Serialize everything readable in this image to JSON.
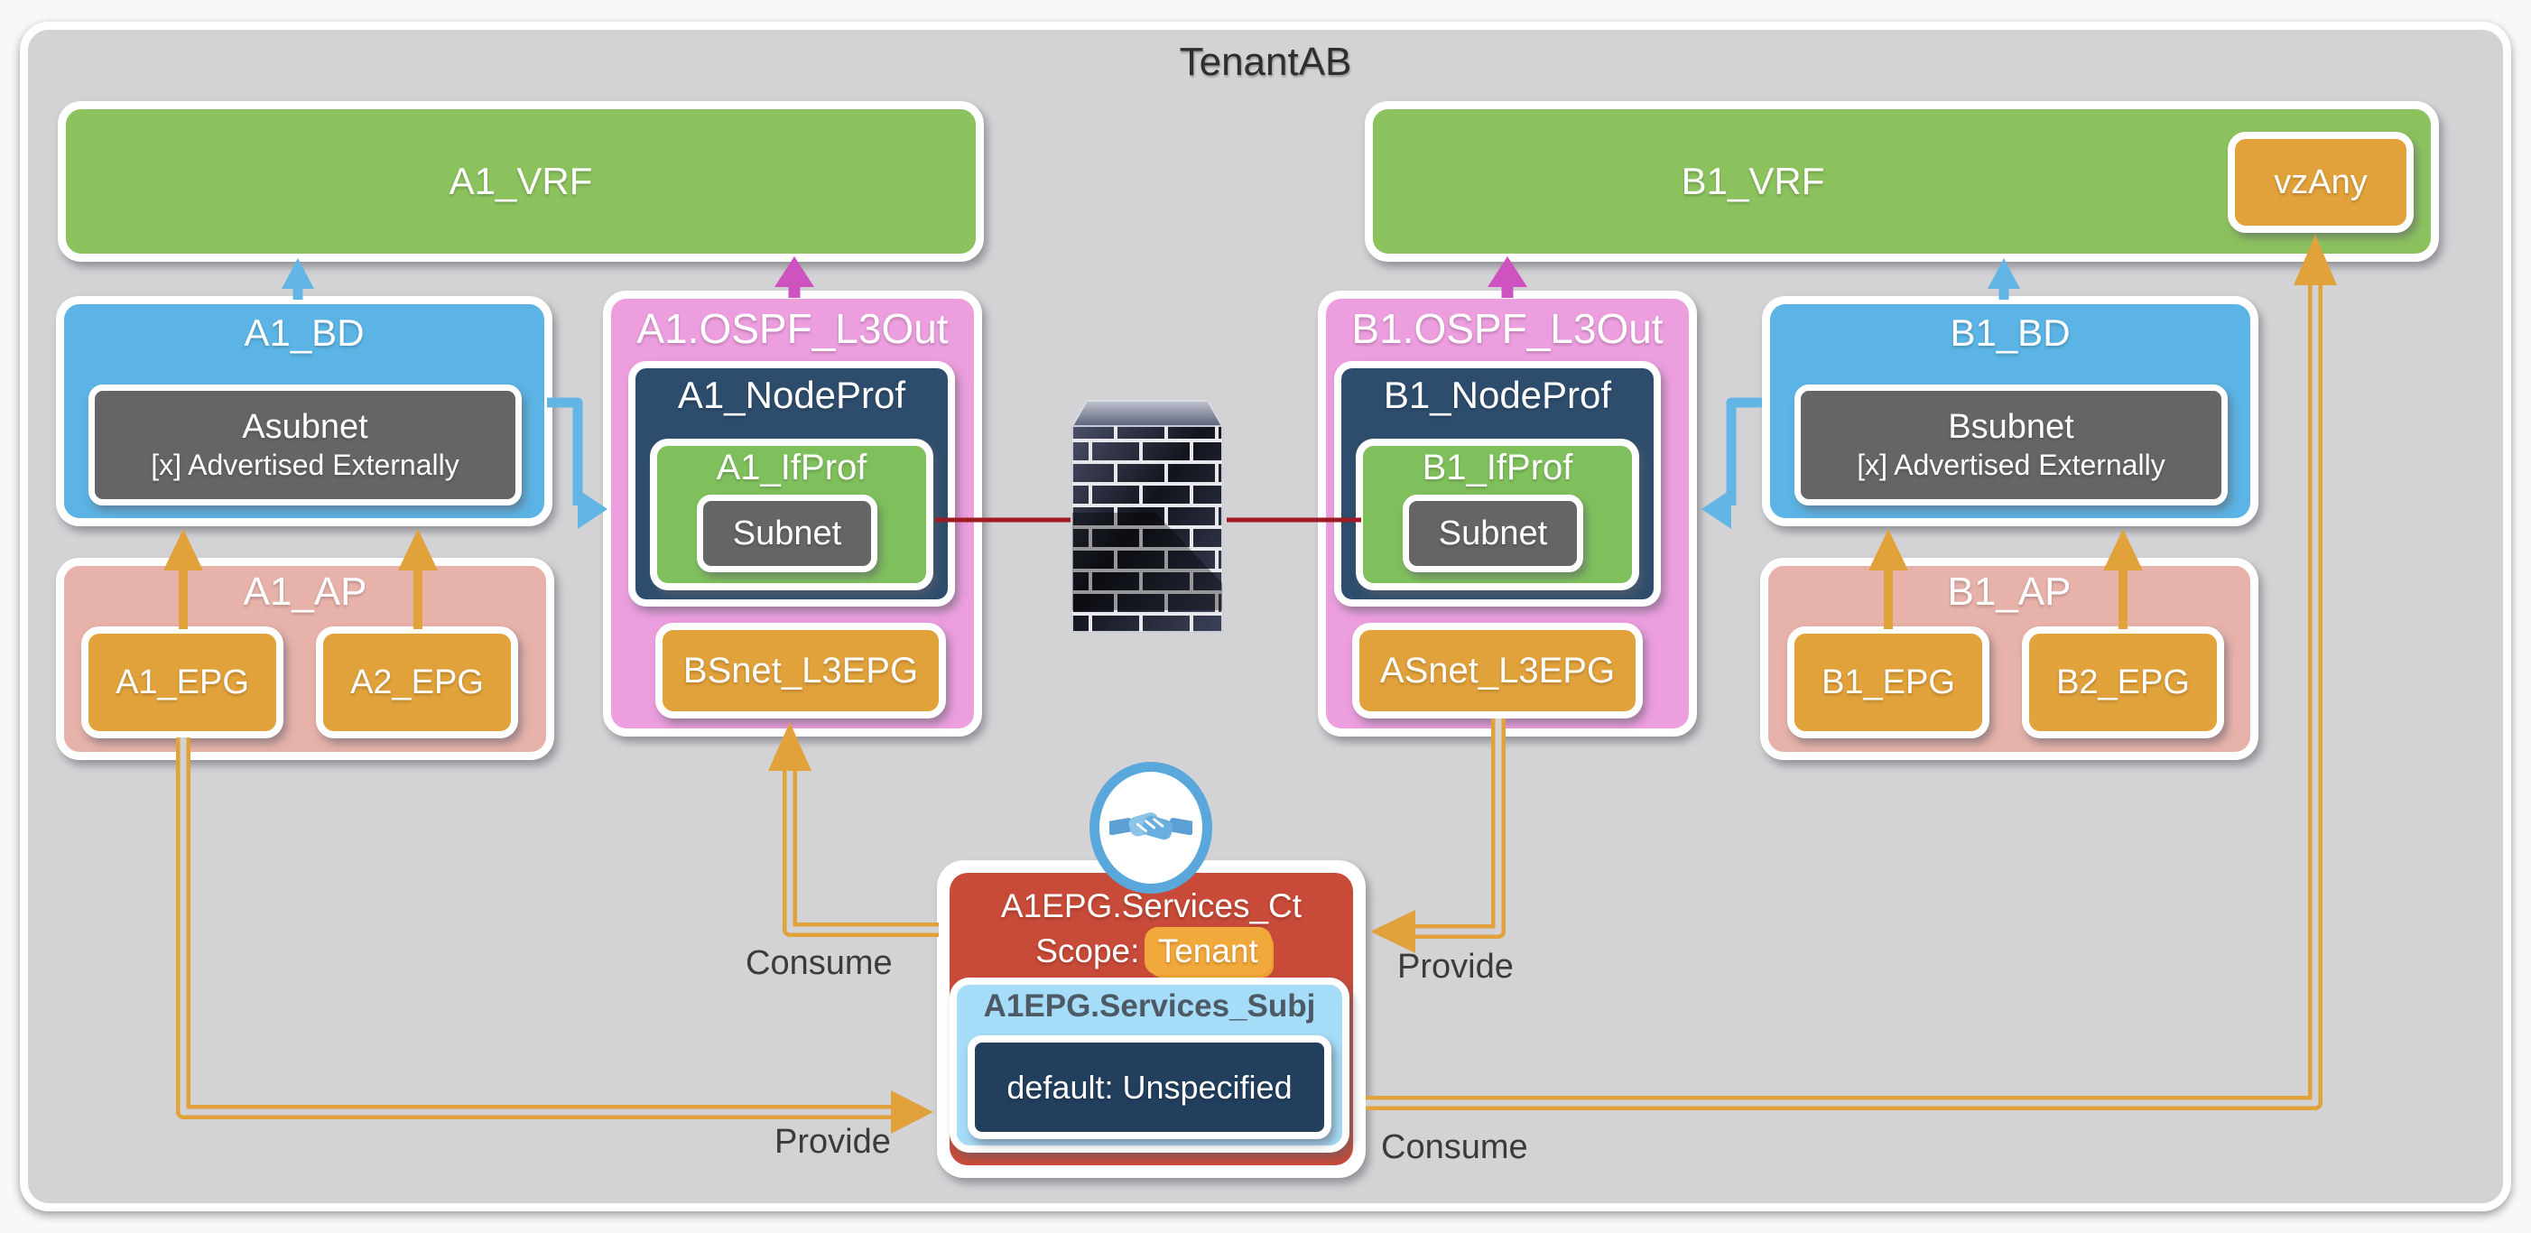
{
  "title": "TenantAB",
  "vrf_a": {
    "label": "A1_VRF"
  },
  "vrf_b": {
    "label": "B1_VRF",
    "vzany": "vzAny"
  },
  "bd_a": {
    "label": "A1_BD",
    "subnet": "Asubnet",
    "advertised": "[x] Advertised Externally"
  },
  "bd_b": {
    "label": "B1_BD",
    "subnet": "Bsubnet",
    "advertised": "[x] Advertised Externally"
  },
  "l3out_a": {
    "label": "A1.OSPF_L3Out",
    "node_profile": "A1_NodeProf",
    "if_profile": "A1_IfProf",
    "subnet": "Subnet",
    "l3epg": "BSnet_L3EPG"
  },
  "l3out_b": {
    "label": "B1.OSPF_L3Out",
    "node_profile": "B1_NodeProf",
    "if_profile": "B1_IfProf",
    "subnet": "Subnet",
    "l3epg": "ASnet_L3EPG"
  },
  "ap_a": {
    "label": "A1_AP",
    "epgs": [
      "A1_EPG",
      "A2_EPG"
    ]
  },
  "ap_b": {
    "label": "B1_AP",
    "epgs": [
      "B1_EPG",
      "B2_EPG"
    ]
  },
  "contract": {
    "name": "A1EPG.Services_Ct",
    "scope_label": "Scope:",
    "scope_value": "Tenant",
    "subject": "A1EPG.Services_Subj",
    "filter": "default: Unspecified"
  },
  "edges": {
    "consume_left": "Consume",
    "provide_left": "Provide",
    "provide_right": "Provide",
    "consume_right": "Consume"
  },
  "icons": {
    "firewall": "firewall-brick-wall",
    "handshake": "contract-handshake"
  },
  "colors": {
    "canvas_gray": "#d3d3d5",
    "vrf_green": "#8cc25e",
    "bd_blue": "#5bb4e5",
    "l3out_pink": "#ec9ede",
    "nodeprof_navy": "#2e4d6d",
    "ifprof_green": "#7fc05c",
    "subnet_gray": "#656567",
    "epg_orange": "#e2a23b",
    "ap_salmon": "#e7b2aa",
    "contract_red": "#c84a38",
    "subject_blue": "#a5dcf7",
    "filter_navy": "#223f5e",
    "arrow_orange": "#e1a23b",
    "arrow_blue": "#62b5e5",
    "arrow_magenta": "#ce52bf",
    "firewall_wire_red": "#9e1a24",
    "scope_highlight": "#f2a93b"
  }
}
